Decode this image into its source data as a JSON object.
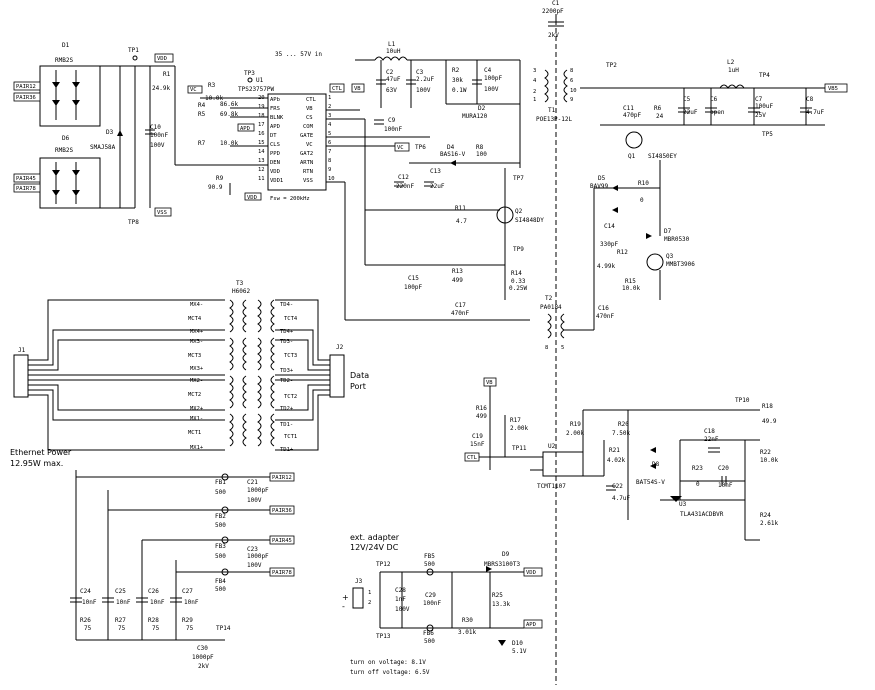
{
  "labels": {
    "c1": "C1",
    "c1v": "2200pF",
    "c1r": "2kV",
    "l1": "L1",
    "l1v": "10uH",
    "vin": "35 ... 57V in",
    "d1": "D1",
    "rmb1": "RMB2S",
    "d6": "D6",
    "rmb6": "RMB2S",
    "d3": "D3",
    "smaj": "SMAJ58A",
    "c10": "C10",
    "c10v": "100nF",
    "c10r": "100V",
    "tp1": "TP1",
    "vdd": "VDD",
    "tp8": "TP8",
    "vss": "VSS",
    "pair12": "PAIR12",
    "pair36": "PAIR36",
    "pair45": "PAIR45",
    "pair78": "PAIR78",
    "r1": "R1",
    "r1v": "24.9k",
    "r3": "R3",
    "r3v": "10.0k",
    "r4": "R4",
    "r4v": "86.6k",
    "r5": "R5",
    "r5v": "69.8k",
    "r7": "R7",
    "r7v": "10.0k",
    "r9": "R9",
    "r9v": "90.9",
    "tp3": "TP3",
    "vc": "VC",
    "apd": "APD",
    "u1": "U1",
    "u1p": "TPS23757PW",
    "fsw": "Fsw = 200kHz",
    "p20": "20",
    "p19": "19",
    "p18": "18",
    "p17": "17",
    "p16": "16",
    "p15": "15",
    "p14": "14",
    "p13": "13",
    "p12": "12",
    "p11": "11",
    "p1": "1",
    "p2": "2",
    "p3": "3",
    "p4": "4",
    "p5": "5",
    "p6": "6",
    "p7": "7",
    "p8": "8",
    "p9": "9",
    "p10": "10",
    "apb": "APb",
    "frs": "FRS",
    "blnk": "BLNK",
    "apdp": "APD",
    "dt": "DT",
    "cls": "CLS",
    "ppd": "PPD",
    "den": "DEN",
    "vddp": "VDD",
    "vdd1": "VDD1",
    "ctl": "CTL",
    "vb": "VB",
    "cs": "CS",
    "com": "COM",
    "gate": "GATE",
    "vcp": "VC",
    "gat2": "GAT2",
    "artn": "ARTN",
    "rtn": "RTN",
    "vssp": "VSS",
    "ctlb": "CTL",
    "vbb": "VB",
    "c2": "C2",
    "c2v": "47uF",
    "c2r": "63V",
    "c3": "C3",
    "c3v": "2.2uF",
    "c3r": "100V",
    "r2": "R2",
    "r2v": "30k",
    "r2w": "0.1W",
    "c4": "C4",
    "c4v": "100pF",
    "c4r": "100V",
    "d2": "D2",
    "d2p": "MURA120",
    "c9": "C9",
    "c9v": "100nF",
    "t1": "T1",
    "t1p": "POE13P-12L",
    "tp2": "TP2",
    "l2": "L2",
    "l2v": "1uH",
    "tp4": "TP4",
    "vb5": "VB5",
    "tp5": "TP5",
    "c11": "C11",
    "c11v": "470pF",
    "r6": "R6",
    "r6v": "24",
    "c5": "C5",
    "c5v": "22uF",
    "c6": "C6",
    "c6v": "open",
    "c7": "C7",
    "c7v": "100uF",
    "c7r": "25V",
    "c8": "C8",
    "c8v": "4.7uF",
    "q1": "Q1",
    "q1p": "SI4850EY",
    "tp6": "TP6",
    "d4": "D4",
    "d4p": "BAS16-V",
    "r8": "R8",
    "r8v": "100",
    "tp7": "TP7",
    "c12": "C12",
    "c12v": "220nF",
    "c13": "C13",
    "c13v": "22uF",
    "r11": "R11",
    "r11v": "4.7",
    "q2": "Q2",
    "q2p": "SI4848DY",
    "tp9": "TP9",
    "c15": "C15",
    "c15v": "100pF",
    "r13": "R13",
    "r13v": "499",
    "r14": "R14",
    "r14v": "0.33",
    "r14w": "0.25W",
    "c17": "C17",
    "c17v": "470nF",
    "t2": "T2",
    "t2p": "PA0184",
    "d5": "D5",
    "d5p": "BAV99",
    "r10": "R10",
    "r10v": "0",
    "c14": "C14",
    "c14v": "330pF",
    "d7": "D7",
    "d7p": "MBR0530",
    "r12": "R12",
    "r12v": "4.99k",
    "r15": "R15",
    "r15v": "10.0k",
    "q3": "Q3",
    "q3p": "MMBT3906",
    "c16": "C16",
    "c16v": "470nF",
    "t3": "T3",
    "t3p": "H6062",
    "j1": "J1",
    "j2": "J2",
    "dataport1": "Data",
    "dataport2": "Port",
    "mx4m": "MX4-",
    "mct4": "MCT4",
    "mx4p": "MX4+",
    "mx3m": "MX3-",
    "mct3": "MCT3",
    "mx3p": "MX3+",
    "mx2m": "MX2-",
    "mct2": "MCT2",
    "mx2p": "MX2+",
    "mx1m": "MX1-",
    "mct1": "MCT1",
    "mx1p": "MX1+",
    "td4m": "TD4-",
    "tct4": "TCT4",
    "td4p": "TD4+",
    "td3m": "TD3-",
    "tct3": "TCT3",
    "td3p": "TD3+",
    "td2m": "TD2-",
    "tct2": "TCT2",
    "td2p": "TD2+",
    "td1m": "TD1-",
    "tct1": "TCT1",
    "td1p": "TD1+",
    "eth1": "Ethernet Power",
    "eth2": "12.95W max.",
    "fb1": "FB1",
    "fb1v": "500",
    "fb2": "FB2",
    "fb2v": "500",
    "fb3": "FB3",
    "fb3v": "500",
    "fb4": "FB4",
    "fb4v": "500",
    "c21": "C21",
    "c21v": "1000pF",
    "c21r": "100V",
    "c23": "C23",
    "c23v": "1000pF",
    "c23r": "100V",
    "c24": "C24",
    "c24v": "10nF",
    "c25": "C25",
    "c25v": "10nF",
    "c26": "C26",
    "c26v": "10nF",
    "c27": "C27",
    "c27v": "10nF",
    "r26": "R26",
    "r26v": "75",
    "r27": "R27",
    "r27v": "75",
    "r28": "R28",
    "r28v": "75",
    "r29": "R29",
    "r29v": "75",
    "c30": "C30",
    "c30v": "1000pF",
    "c30r": "2kV",
    "tp14": "TP14",
    "ext1": "ext. adapter",
    "ext2": "12V/24V DC",
    "j3": "J3",
    "tp12": "TP12",
    "tp13": "TP13",
    "c28": "C28",
    "c28v": "1nF",
    "c28r": "100V",
    "c29": "C29",
    "c29v": "100nF",
    "fb5": "FB5",
    "fb5v": "500",
    "fb6": "FB6",
    "fb6v": "500",
    "d9": "D9",
    "d9p": "MBRS3100T3",
    "r25": "R25",
    "r25v": "13.3k",
    "r30": "R30",
    "r30v": "3.01k",
    "d10": "D10",
    "d10v": "5.1V",
    "ton": "turn on voltage: 8.1V",
    "toff": "turn off voltage: 6.5V",
    "r16": "R16",
    "r16v": "499",
    "r17": "R17",
    "r17v": "2.00k",
    "c19": "C19",
    "c19v": "15nF",
    "tp11": "TP11",
    "u2": "U2",
    "u2p": "TCMT1107",
    "r19": "R19",
    "r19v": "2.00k",
    "r20": "R20",
    "r20v": "7.50k",
    "r21": "R21",
    "r21v": "4.02k",
    "c22": "C22",
    "c22v": "4.7uF",
    "d8": "D8",
    "d8p": "BAT54S-V",
    "u3": "U3",
    "u3p": "TLA431ACDBVR",
    "tp10": "TP10",
    "r18": "R18",
    "r18v": "49.9",
    "c18": "C18",
    "c18v": "22nF",
    "r22": "R22",
    "r22v": "10.0k",
    "r23": "R23",
    "r23v": "0",
    "c20": "C20",
    "c20v": "10nF",
    "r24": "R24",
    "r24v": "2.61k",
    "plus": "+",
    "minus": "-",
    "one": "1",
    "two": "2"
  }
}
